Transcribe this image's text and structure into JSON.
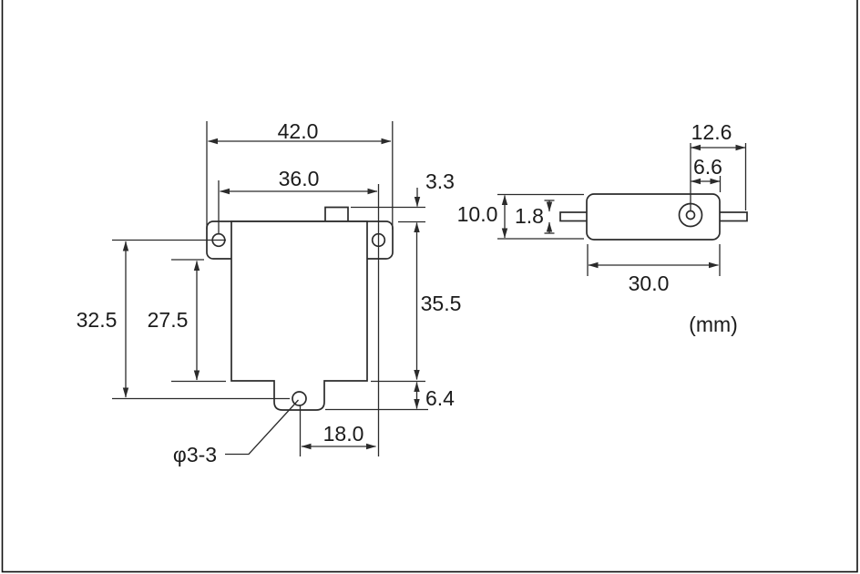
{
  "drawing": {
    "units": "(mm)",
    "front": {
      "overall_width": "42.0",
      "mount_hole_spacing": "36.0",
      "top_tab_height": "3.3",
      "body_height": "35.5",
      "hole_to_hole_vertical": "32.5",
      "flange_to_body_bottom": "27.5",
      "bottom_tab_height": "6.4",
      "bottom_hole_offset": "18.0",
      "hole_callout": "φ3-3"
    },
    "side": {
      "hole_to_tab_end": "12.6",
      "hole_to_body_end": "6.6",
      "body_thickness": "10.0",
      "flange_thickness": "1.8",
      "body_length": "30.0"
    }
  }
}
